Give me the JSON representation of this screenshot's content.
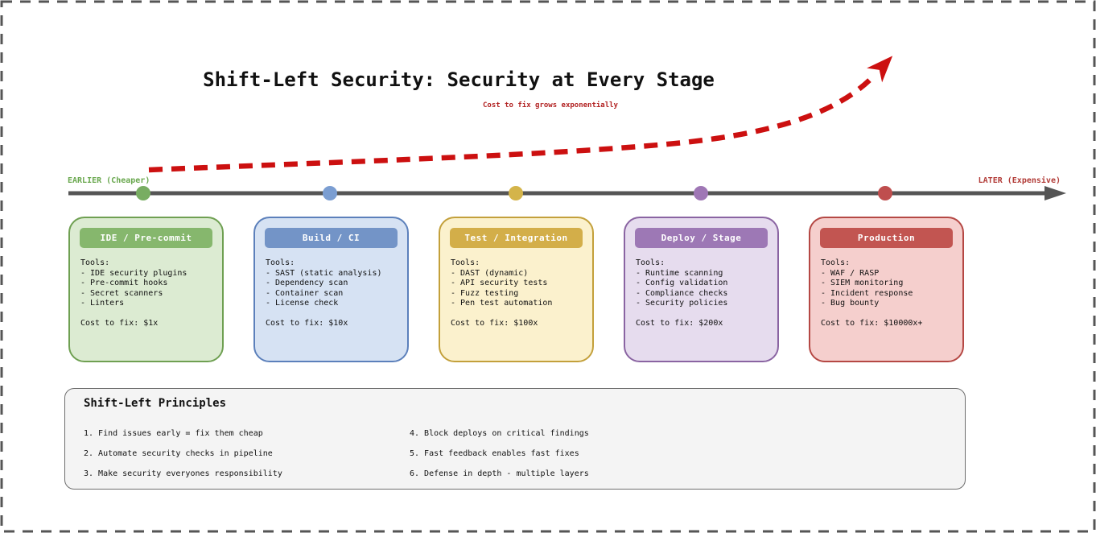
{
  "page": {
    "bg": "#ffffff",
    "border_color": "#555555"
  },
  "title": "Shift-Left Security: Security at Every Stage",
  "subtitle": {
    "text": "Cost to fix grows exponentially",
    "color": "#b22222"
  },
  "arrow": {
    "name": "cost-growth-arrow",
    "color": "#cc1010"
  },
  "timeline": {
    "color": "#555555",
    "left_label": {
      "text": "EARLIER (Cheaper)",
      "color": "#6aa84f"
    },
    "right_label": {
      "text": "LATER (Expensive)",
      "color": "#b23c38"
    }
  },
  "stages": [
    {
      "title": "IDE / Pre-commit",
      "tools_label": "Tools:",
      "tools": [
        "- IDE security plugins",
        "- Pre-commit hooks",
        "- Secret scanners",
        "- Linters"
      ],
      "cost": "Cost to fix: $1x",
      "colors": {
        "header": "#86b76d",
        "bg": "#dcebd2",
        "border": "#6fa052",
        "dot": "#78ad62"
      }
    },
    {
      "title": "Build / CI",
      "tools_label": "Tools:",
      "tools": [
        "- SAST (static analysis)",
        "- Dependency scan",
        "- Container scan",
        "- License check"
      ],
      "cost": "Cost to fix: $10x",
      "colors": {
        "header": "#7394c7",
        "bg": "#d6e2f3",
        "border": "#5c80bb",
        "dot": "#7b9ed2"
      }
    },
    {
      "title": "Test / Integration",
      "tools_label": "Tools:",
      "tools": [
        "- DAST (dynamic)",
        "- API security tests",
        "- Fuzz testing",
        "- Pen test automation"
      ],
      "cost": "Cost to fix: $100x",
      "colors": {
        "header": "#d3ae49",
        "bg": "#fbf1cd",
        "border": "#c3a03b",
        "dot": "#d4b44a"
      }
    },
    {
      "title": "Deploy / Stage",
      "tools_label": "Tools:",
      "tools": [
        "- Runtime scanning",
        "- Config validation",
        "- Compliance checks",
        "- Security policies"
      ],
      "cost": "Cost to fix: $200x",
      "colors": {
        "header": "#9d78b5",
        "bg": "#e6dcee",
        "border": "#8a64a2",
        "dot": "#9f77b5"
      }
    },
    {
      "title": "Production",
      "tools_label": "Tools:",
      "tools": [
        "- WAF / RASP",
        "- SIEM monitoring",
        "- Incident response",
        "- Bug bounty"
      ],
      "cost": "Cost to fix: $10000x+",
      "colors": {
        "header": "#c25551",
        "bg": "#f5cfcd",
        "border": "#b54844",
        "dot": "#bf4e4e"
      }
    }
  ],
  "principles": {
    "title": "Shift-Left Principles",
    "items_left": [
      "1. Find issues early = fix them cheap",
      "2. Automate security checks in pipeline",
      "3. Make security everyones responsibility"
    ],
    "items_right": [
      "4. Block deploys on critical findings",
      "5. Fast feedback enables fast fixes",
      "6. Defense in depth - multiple layers"
    ]
  }
}
